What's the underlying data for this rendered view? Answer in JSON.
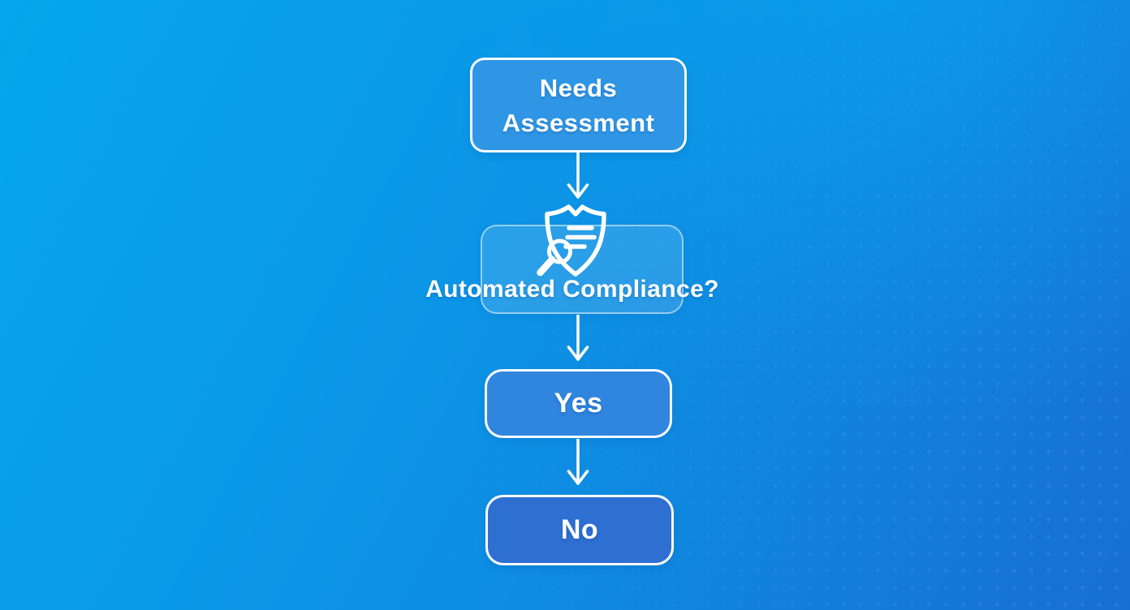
{
  "flowchart": {
    "needs": {
      "line1": "Needs",
      "line2": "Assessment"
    },
    "decision": {
      "label": "Automated Compliance?",
      "icon": "shield-document-search-icon"
    },
    "yes": {
      "label": "Yes"
    },
    "no": {
      "label": "No"
    }
  },
  "colors": {
    "background_top": "#05A6ED",
    "background_bottom": "#176FD3",
    "node_border": "#FFFFFF",
    "needs_fill": "#2F96E5",
    "yes_fill": "#3085DE",
    "no_fill": "#2E6FD2",
    "decision_card_fill": "rgba(255,255,255,0.12)",
    "text": "#FFFFFF"
  }
}
